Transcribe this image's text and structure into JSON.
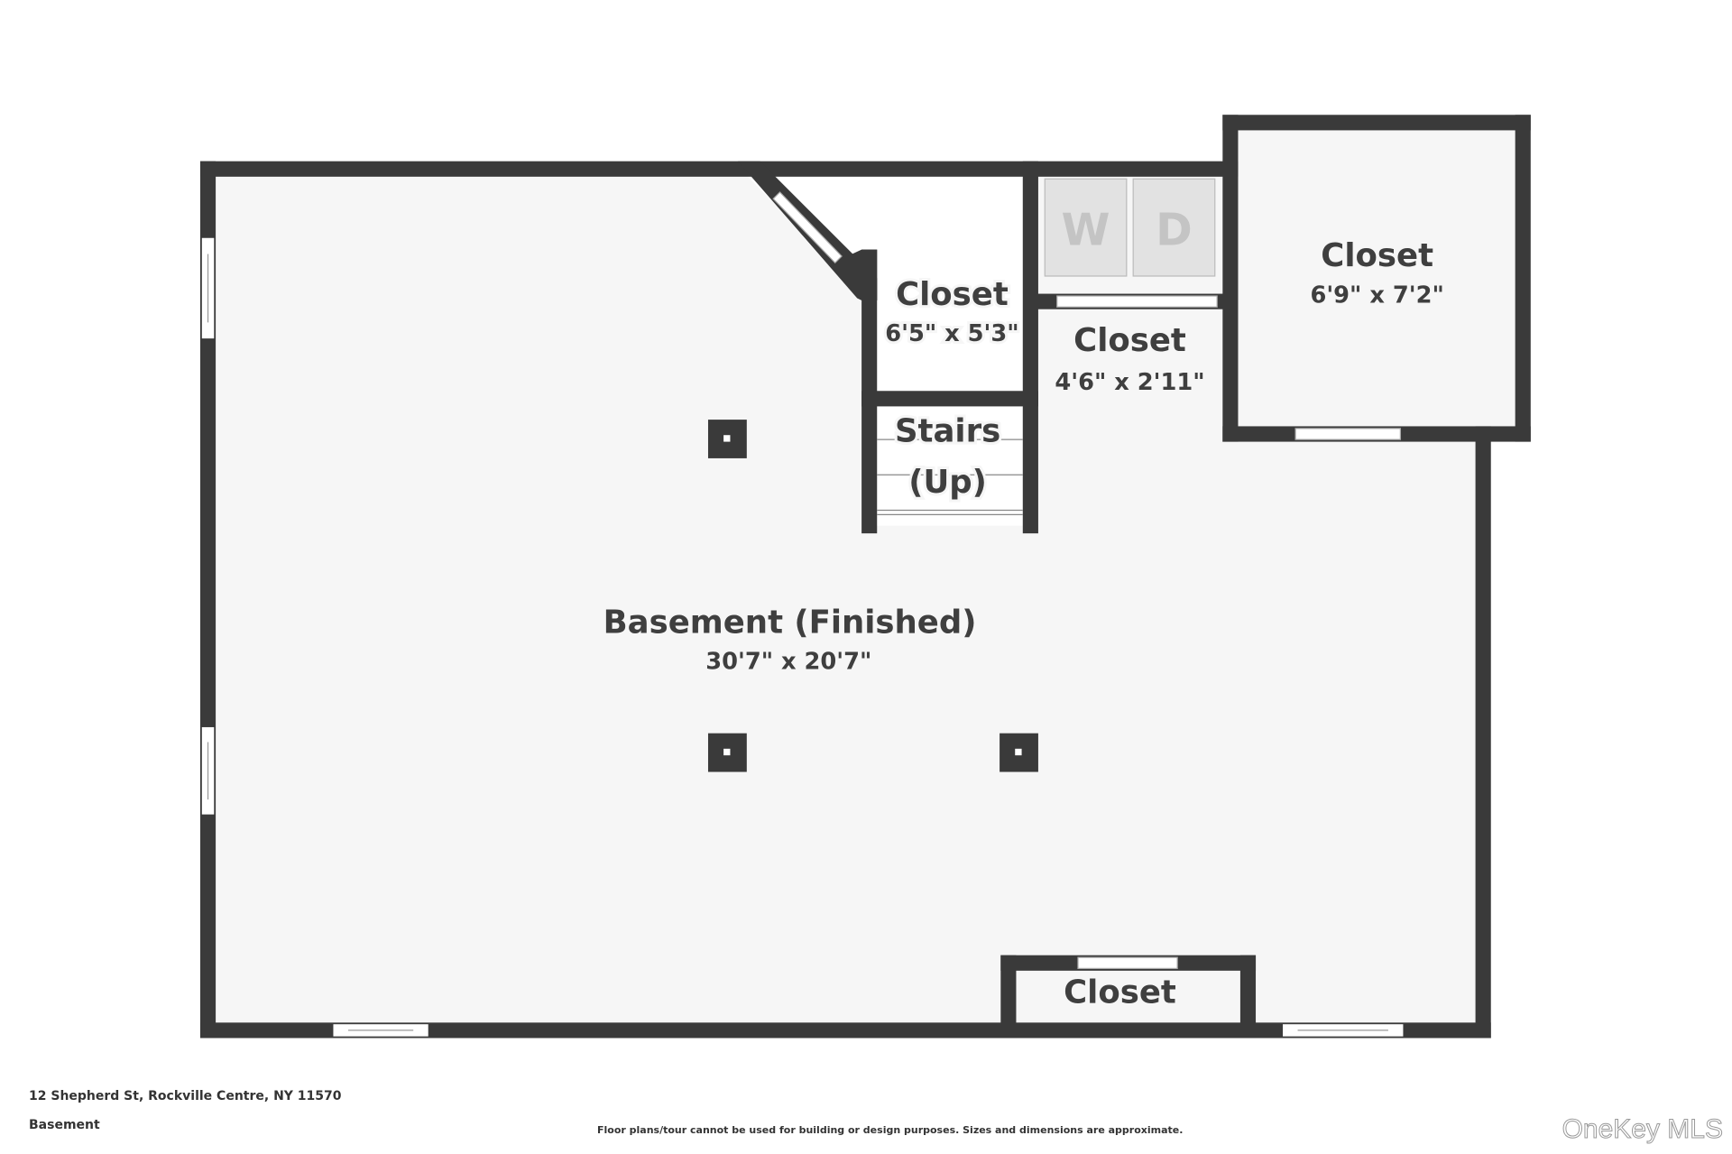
{
  "rooms": [
    {
      "name": "Basement (Finished)",
      "dims": "30'7\" x 20'7\""
    },
    {
      "name": "Closet",
      "dims": "6'5\" x 5'3\""
    },
    {
      "name": "Closet",
      "dims": "4'6\" x 2'11\""
    },
    {
      "name": "Closet",
      "dims": "6'9\" x 7'2\""
    },
    {
      "name": "Stairs",
      "dims": "(Up)"
    },
    {
      "name": "Closet"
    }
  ],
  "appliances": {
    "washer": "W",
    "dryer": "D"
  },
  "footer": {
    "address": "12 Shepherd St, Rockville Centre, NY 11570",
    "floor": "Basement",
    "disclaimer": "Floor plans/tour cannot be used for building or design purposes. Sizes and dimensions are approximate.",
    "watermark": "OneKey MLS"
  }
}
